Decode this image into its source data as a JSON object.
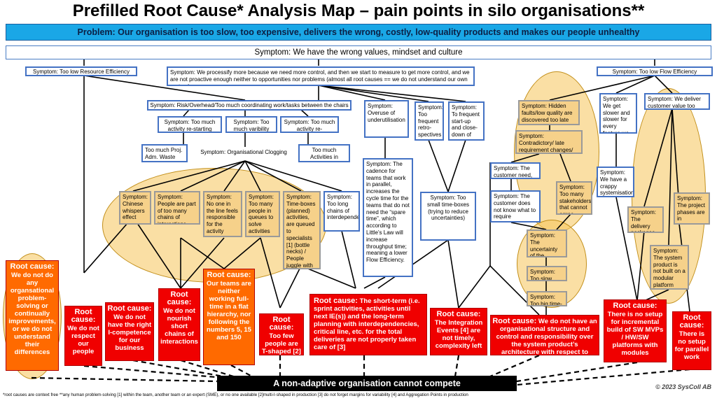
{
  "title": "Prefilled Root Cause* Analysis Map – pain points in silo organisations**",
  "problem": "Problem: Our organisation is too slow, too expensive, delivers the wrong, costly, low-quality products and makes our people unhealthy",
  "symptom_main": "Symptom: We have the wrong values, mindset and culture",
  "symptoms": {
    "resource_efficiency": "Symptom: Too low Resource Efficiency",
    "process_more": "Symptom: We processify more because we need more control, and then we start to measure to get more control, and we are not proactive enough neither to opportunities nor problems (almost all root causes == we do not understand our own system)",
    "flow_efficiency": "Symptom: Too low Flow Efficiency",
    "risk_overhead": "Symptom: Risk/Overhead/Too much coordinating work/tasks between the chairs",
    "restarting": "Symptom: Too much activity re-starting",
    "variability": "Symptom: Too much varibility",
    "rescheduling": "Symptom: Too much activity re-scheduling",
    "proj_adm": "Too much Proj. Adm. Waste",
    "clogging": "Symptom: Organisational Clogging",
    "queues_waste": "Too much Activities in Queues waste",
    "overuse": "Symptom: Overuse of underutilisation",
    "frequent_retro": "Symptom: Too frequent retro-spectives",
    "startup_close": "Symptom: To frequent start-up and close-down of time-boxes",
    "hidden_faults": "Symptom: Hidden faults/low quality are discovered too late",
    "slower": "Symptom: We get slower and slower for every feature we are adding",
    "customer_value": "Symptom: We deliver customer value too slow",
    "contradictory": "Symptom: Contradictory/ late requirement changes/ no systems design",
    "need_understood": "Symptom: The customer need, not fully understood",
    "not_know": "Symptom: The customer does not know what to require",
    "many_stakeholders": "Symptom: Too many stakeholders that cannot agree",
    "crappy": "Symptom: We have a crappy systemisation",
    "cadence": "Symptom: The cadence for teams that work in parallel, increases the cycle time for the teams that do not need the “spare time”, which according to Little’s Law will increase throughput time; meaning a lower Flow Efficiency.",
    "small_timeboxes": "Symptom: Too small time-boxes (trying to reduce uncertainties)",
    "chinese": "Symptom: Chinese whispers effect",
    "people_chains": "Symptom: People are part of too many chains of interactions",
    "no_one_feels": "Symptom: No one in the line feels responsible for the activity",
    "many_queues": "Symptom: Too many people in queues to solve activities",
    "timeboxes_planned": "Symptom: Time-boxes (planned) activities, are queued to specialists [1] (bottle necks) / People juggle with too many activities",
    "long_chains": "Symptom: Too long chains of interdependencies",
    "uncertainty": "Symptom: The uncertainty of the product is underestimated",
    "slow_feedback": "Symptom: Too slow feedback",
    "big_timeboxes": "Symptom: Too big time-boxes",
    "delivery_packages": "Symptom: The delivery packages are too big",
    "sequence": "Symptom: The project phases are in sequence",
    "modular": "Symptom: The system product is not built on a modular platform"
  },
  "root_causes": {
    "rc1": {
      "head": "Root cause:",
      "text": "We do not do any organsational problem-solving or continually improvements, or we do not understand their differences"
    },
    "rc2": {
      "head": "Root cause:",
      "text": "We do not respect our people"
    },
    "rc3": {
      "head": "Root cause:",
      "text": "We do not have the right I-competence for our business"
    },
    "rc4": {
      "head": "Root cause:",
      "text": "We do not nourish short chains of interactions"
    },
    "rc5": {
      "head": "Root cause:",
      "text": "Our teams are neither working full-time in a flat hierarchy, nor following the numbers 5, 15 and 150"
    },
    "rc6": {
      "head": "Root cause:",
      "text": "Too few people are T-shaped [2]"
    },
    "rc7": {
      "head": "Root cause:",
      "text": "The short-term (i.e. sprint activities, activities until next IE(s)) and the long-term planning with interdependencies, critical line, etc. for the total deliveries are not properly taken care of [3]"
    },
    "rc8": {
      "head": "Root cause:",
      "text": "The Integration Events [4] are not timely, complexity left"
    },
    "rc9": {
      "head": "Root cause:",
      "text": "We do not have an organisational structure and control and responsibility over the system product’s architecture with respect to Conway’s law"
    },
    "rc10": {
      "head": "Root cause:",
      "text": "There is no setup for incremental build of SW MVPs / HW/SW platforms with modules"
    },
    "rc11": {
      "head": "Root cause:",
      "text": "There is no setup for parallel work"
    }
  },
  "bottom_bar": "A non-adaptive organisation cannot compete",
  "footnote": "*root causes are context free   **any human problem-solving  [1] within the team, another team or an expert (SME), or no one available  [2]multi-I-shaped in production  [3] do not forget margins for variability  [4] and Aggregation Points in production",
  "copyright": "© 2023 SysColl AB",
  "colors": {
    "problem": "#1aa7e6",
    "root_cause": "#f00000",
    "root_cause_highlight": "#ff6a00",
    "symptom_border": "#4472c4",
    "ellipse": "#f5c45a"
  }
}
